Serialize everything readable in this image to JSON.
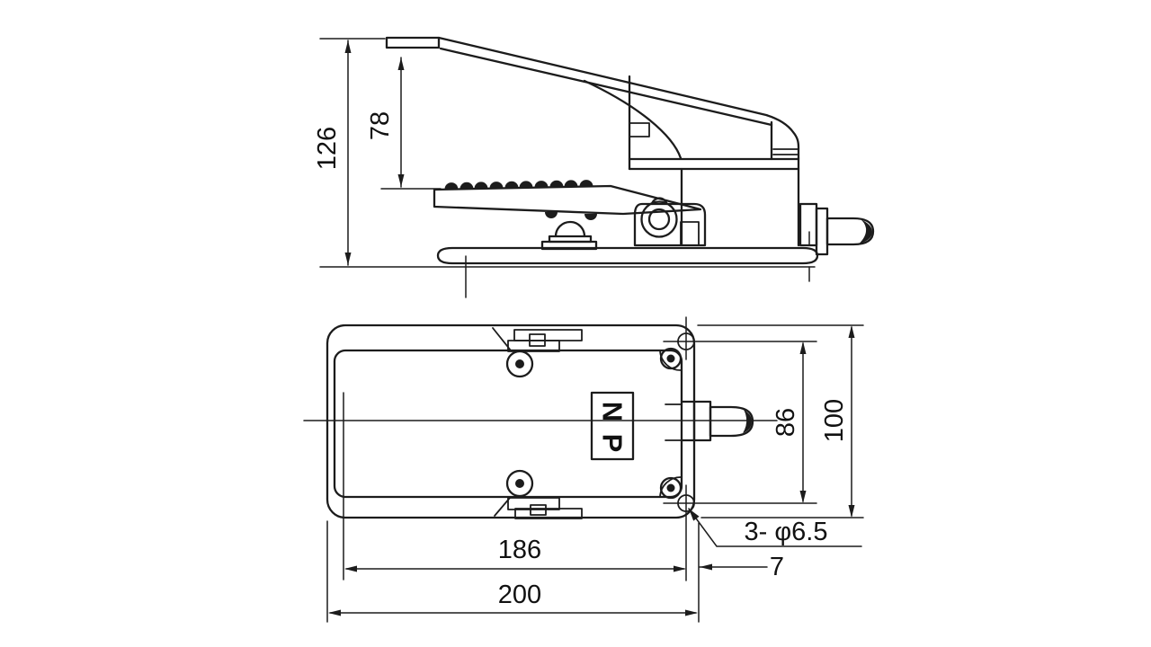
{
  "canvas": {
    "background": "#ffffff",
    "line_color": "#1c1c1c"
  },
  "side_view": {
    "dims": {
      "overall_height": "126",
      "pedal_front_height": "78"
    }
  },
  "plan_view": {
    "marking": "NP",
    "dims": {
      "hole_spacing_width": "86",
      "overall_width": "100",
      "inner_length": "186",
      "overall_length": "200",
      "hole_edge_offset": "7",
      "mounting_holes": "3- φ6.5"
    }
  }
}
